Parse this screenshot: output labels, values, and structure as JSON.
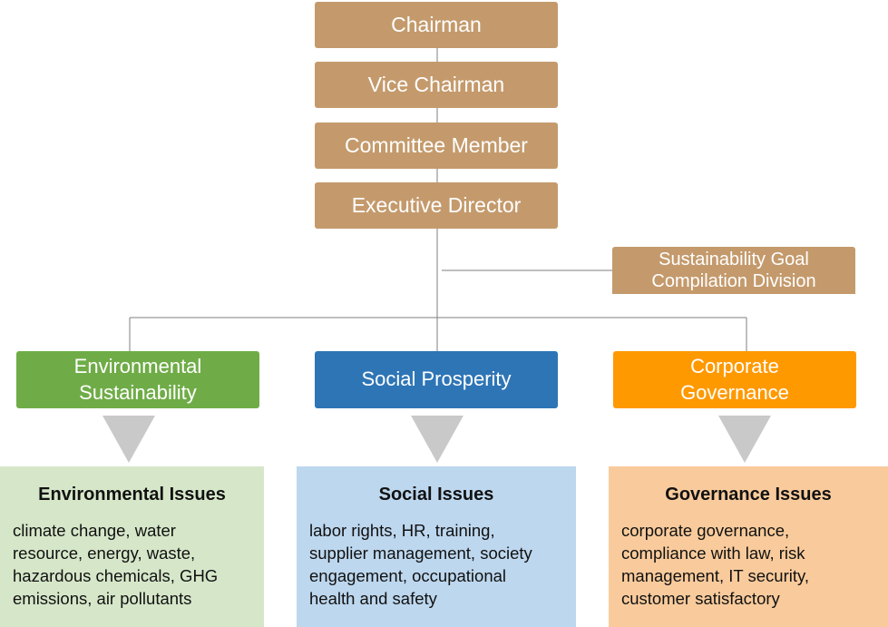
{
  "leadership": {
    "chairman": "Chairman",
    "vice_chairman": "Vice Chairman",
    "committee_member": "Committee Member",
    "executive_director": "Executive Director"
  },
  "division": {
    "line1": "Sustainability Goal",
    "line2": "Compilation Division"
  },
  "pillars": {
    "environmental": {
      "line1": "Environmental",
      "line2": "Sustainability",
      "color": "#6fac47"
    },
    "social": {
      "label": "Social Prosperity",
      "color": "#2e75b6"
    },
    "governance": {
      "line1": "Corporate",
      "line2": "Governance",
      "color": "#ff9900"
    }
  },
  "issues": {
    "environmental": {
      "heading": "Environmental Issues",
      "lines": [
        "climate change, water",
        "resource, energy, waste,",
        "hazardous chemicals, GHG",
        "emissions, air pollutants"
      ],
      "color": "#d6e7c9"
    },
    "social": {
      "heading": "Social Issues",
      "lines": [
        "labor rights, HR, training,",
        "supplier management, society",
        "engagement, occupational",
        "health and safety"
      ],
      "color": "#bdd7ee"
    },
    "governance": {
      "heading": "Governance Issues",
      "lines": [
        "corporate governance,",
        "compliance with law, risk",
        "management, IT security,",
        "customer satisfactory"
      ],
      "color": "#f9cb9c"
    }
  },
  "colors": {
    "leadership": "#c49a6c",
    "arrow": "#c9c9c9",
    "connector": "#7f7f7f"
  }
}
